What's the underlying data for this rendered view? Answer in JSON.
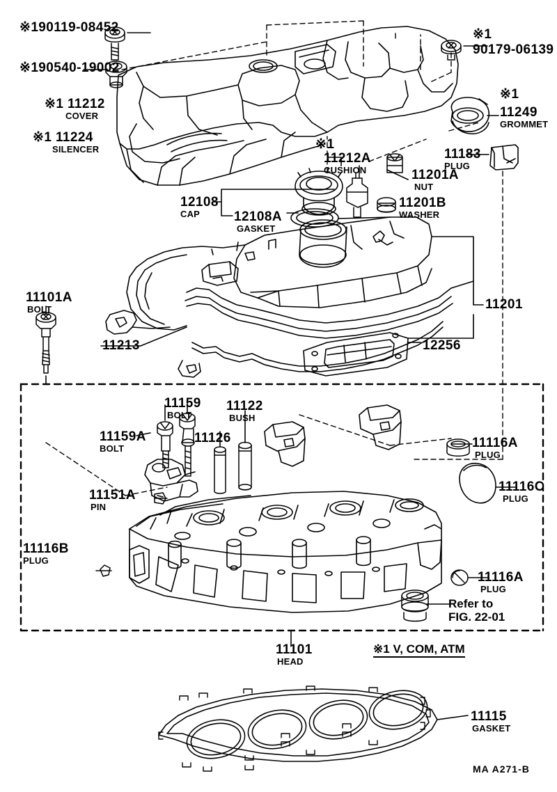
{
  "diagram": {
    "title": "Cylinder Head / Cylinder Head Cover",
    "footer_code": "MA A271-B",
    "legend": {
      "mark": "※",
      "mark_number": "1",
      "text": "V, COM, ATM"
    },
    "refer_note": {
      "line1": "Refer to",
      "line2": "FIG. 22-01"
    }
  },
  "parts": [
    {
      "id": "p-190119-08452",
      "number": "190119-08452",
      "desc": "",
      "mark": "※",
      "mark_num": ""
    },
    {
      "id": "p-190540-19002",
      "number": "190540-19002",
      "desc": "",
      "mark": "※",
      "mark_num": ""
    },
    {
      "id": "p-11212",
      "number": "11212",
      "desc": "COVER",
      "mark": "※",
      "mark_num": "1"
    },
    {
      "id": "p-11224",
      "number": "11224",
      "desc": "SILENCER",
      "mark": "※",
      "mark_num": "1"
    },
    {
      "id": "p-90179-06139",
      "number": "90179-06139",
      "desc": "",
      "mark": "※",
      "mark_num": "1"
    },
    {
      "id": "p-11249",
      "number": "11249",
      "desc": "GROMMET",
      "mark": "※",
      "mark_num": "1"
    },
    {
      "id": "p-11183",
      "number": "11183",
      "desc": "PLUG",
      "mark": "",
      "mark_num": ""
    },
    {
      "id": "p-11212A",
      "number": "11212A",
      "desc": "CUSHION",
      "mark": "※",
      "mark_num": "1"
    },
    {
      "id": "p-11201A",
      "number": "11201A",
      "desc": "NUT",
      "mark": "",
      "mark_num": ""
    },
    {
      "id": "p-11201B",
      "number": "11201B",
      "desc": "WASHER",
      "mark": "",
      "mark_num": ""
    },
    {
      "id": "p-12108",
      "number": "12108",
      "desc": "CAP",
      "mark": "",
      "mark_num": ""
    },
    {
      "id": "p-12108A",
      "number": "12108A",
      "desc": "GASKET",
      "mark": "",
      "mark_num": ""
    },
    {
      "id": "p-11201",
      "number": "11201",
      "desc": "",
      "mark": "",
      "mark_num": ""
    },
    {
      "id": "p-11101A",
      "number": "11101A",
      "desc": "BOLT",
      "mark": "",
      "mark_num": ""
    },
    {
      "id": "p-11213",
      "number": "11213",
      "desc": "",
      "mark": "",
      "mark_num": ""
    },
    {
      "id": "p-12256",
      "number": "12256",
      "desc": "",
      "mark": "",
      "mark_num": ""
    },
    {
      "id": "p-11159",
      "number": "11159",
      "desc": "BOLT",
      "mark": "",
      "mark_num": ""
    },
    {
      "id": "p-11159A",
      "number": "11159A",
      "desc": "BOLT",
      "mark": "",
      "mark_num": ""
    },
    {
      "id": "p-11122",
      "number": "11122",
      "desc": "BUSH",
      "mark": "",
      "mark_num": ""
    },
    {
      "id": "p-11126",
      "number": "11126",
      "desc": "",
      "mark": "",
      "mark_num": ""
    },
    {
      "id": "p-11151A",
      "number": "11151A",
      "desc": "PIN",
      "mark": "",
      "mark_num": ""
    },
    {
      "id": "p-11116A-top",
      "number": "11116A",
      "desc": "PLUG",
      "mark": "",
      "mark_num": ""
    },
    {
      "id": "p-11116C",
      "number": "11116C",
      "desc": "PLUG",
      "mark": "",
      "mark_num": ""
    },
    {
      "id": "p-11116B",
      "number": "11116B",
      "desc": "PLUG",
      "mark": "",
      "mark_num": ""
    },
    {
      "id": "p-11116A-bot",
      "number": "11116A",
      "desc": "PLUG",
      "mark": "",
      "mark_num": ""
    },
    {
      "id": "p-11101",
      "number": "11101",
      "desc": "HEAD",
      "mark": "",
      "mark_num": ""
    },
    {
      "id": "p-11115",
      "number": "11115",
      "desc": "GASKET",
      "mark": "",
      "mark_num": ""
    }
  ],
  "labels": {
    "l_190119": {
      "num": "190119-08452",
      "mark": "※"
    },
    "l_190540": {
      "num": "190540-19002",
      "mark": "※"
    },
    "l_11212": {
      "num": "11212",
      "sub": "COVER"
    },
    "l_11224": {
      "num": "11224",
      "sub": "SILENCER"
    },
    "l_90179": {
      "num": "90179-06139"
    },
    "l_11249": {
      "num": "11249",
      "sub": "GROMMET"
    },
    "l_11183": {
      "num": "11183",
      "sub": "PLUG"
    },
    "l_11212A": {
      "num": "11212A",
      "sub": "CUSHION"
    },
    "l_11201A": {
      "num": "11201A",
      "sub": "NUT"
    },
    "l_11201B": {
      "num": "11201B",
      "sub": "WASHER"
    },
    "l_12108": {
      "num": "12108",
      "sub": "CAP"
    },
    "l_12108A": {
      "num": "12108A",
      "sub": "GASKET"
    },
    "l_11201": {
      "num": "11201"
    },
    "l_11101A": {
      "num": "11101A",
      "sub": "BOLT"
    },
    "l_11213": {
      "num": "11213"
    },
    "l_12256": {
      "num": "12256"
    },
    "l_11159": {
      "num": "11159",
      "sub": "BOLT"
    },
    "l_11159A": {
      "num": "11159A",
      "sub": "BOLT"
    },
    "l_11122": {
      "num": "11122",
      "sub": "BUSH"
    },
    "l_11126": {
      "num": "11126"
    },
    "l_11151A": {
      "num": "11151A",
      "sub": "PIN"
    },
    "l_11116A_top": {
      "num": "11116A",
      "sub": "PLUG"
    },
    "l_11116C": {
      "num": "11116C",
      "sub": "PLUG"
    },
    "l_11116B": {
      "num": "11116B",
      "sub": "PLUG"
    },
    "l_11116A_bot": {
      "num": "11116A",
      "sub": "PLUG"
    },
    "l_11101": {
      "num": "11101",
      "sub": "HEAD"
    },
    "l_11115": {
      "num": "11115",
      "sub": "GASKET"
    },
    "mark1": {
      "glyph": "※",
      "num": "1"
    }
  }
}
